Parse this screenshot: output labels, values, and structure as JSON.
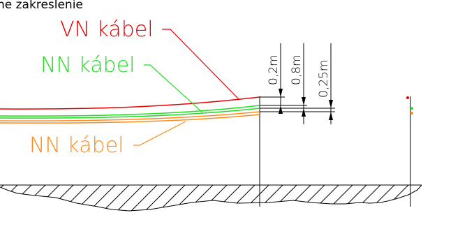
{
  "header": {
    "partial_title": "ne zakreslenie"
  },
  "labels": {
    "vn_cable": "VN kábel",
    "nn_cable_upper": "NN kábel",
    "nn_cable_lower": "NN kábel"
  },
  "dimensions": {
    "dim_1": "0,2m",
    "dim_2": "0,8m",
    "dim_3": "0,25m"
  },
  "colors": {
    "vn_cable": "#e60000",
    "nn_cable_upper": "#22dd22",
    "nn_cable_lower": "#ff8c1a",
    "line": "#000000",
    "background": "#ffffff"
  }
}
